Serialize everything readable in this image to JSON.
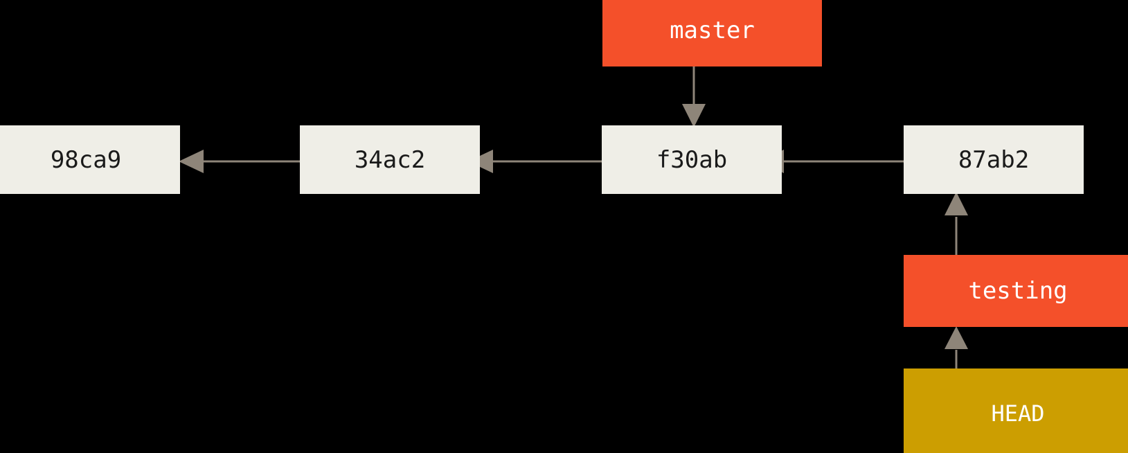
{
  "diagram": {
    "title": "Git commit history with master and testing branch pointers",
    "background_color": "#000000",
    "palette": {
      "commit_fill": "#EFEEE7",
      "commit_text": "#1A1A1A",
      "branch_fill": "#F4502A",
      "branch_text": "#FFFFFF",
      "head_fill": "#CC9E01",
      "head_text": "#FFFFFF",
      "arrow_color": "#8E8579"
    },
    "commits": [
      {
        "id": "commit-98ca9",
        "label": "98ca9"
      },
      {
        "id": "commit-34ac2",
        "label": "34ac2"
      },
      {
        "id": "commit-f30ab",
        "label": "f30ab"
      },
      {
        "id": "commit-87ab2",
        "label": "87ab2"
      }
    ],
    "branches": [
      {
        "id": "branch-master",
        "label": "master",
        "points_to": "f30ab"
      },
      {
        "id": "branch-testing",
        "label": "testing",
        "points_to": "87ab2"
      }
    ],
    "head": {
      "id": "head-pointer",
      "label": "HEAD",
      "points_to": "testing"
    },
    "edges": [
      {
        "id": "edge-34ac2-to-98ca9",
        "from": "34ac2",
        "to": "98ca9",
        "direction": "left"
      },
      {
        "id": "edge-f30ab-to-34ac2",
        "from": "f30ab",
        "to": "34ac2",
        "direction": "left"
      },
      {
        "id": "edge-87ab2-to-f30ab",
        "from": "87ab2",
        "to": "f30ab",
        "direction": "left"
      },
      {
        "id": "edge-master-to-f30ab",
        "from": "master",
        "to": "f30ab",
        "direction": "down"
      },
      {
        "id": "edge-testing-to-87ab2",
        "from": "testing",
        "to": "87ab2",
        "direction": "up"
      },
      {
        "id": "edge-head-to-testing",
        "from": "HEAD",
        "to": "testing",
        "direction": "up"
      }
    ]
  }
}
